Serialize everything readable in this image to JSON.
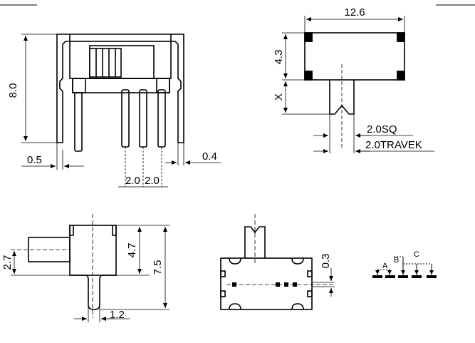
{
  "front_view": {
    "height": "8.0",
    "pin_offset": "0.5",
    "pin_pitch_1": "2.0",
    "pin_pitch_2": "2.0",
    "bracket_thickness": "0.4"
  },
  "top_view": {
    "width": "12.6",
    "body_depth": "4.3",
    "actuator_length": "X",
    "actuator_size": "2.0SQ",
    "travel": "2.0TRAVEK"
  },
  "side_view": {
    "actuator_offset": "2.7",
    "body_height": "4.7",
    "total_height": "7.5",
    "lead_offset": "1.2"
  },
  "bottom_view": {
    "pin_spacing": "0.3"
  },
  "schematic": {
    "label_a": "A",
    "label_b": "B",
    "label_c": "C"
  }
}
